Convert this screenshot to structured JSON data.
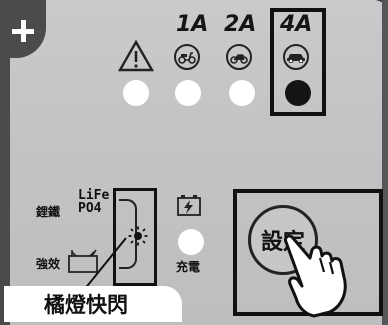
{
  "modes": [
    {
      "label": "1A",
      "icon": "scooter-icon"
    },
    {
      "label": "2A",
      "icon": "motorcycle-icon"
    },
    {
      "label": "4A",
      "icon": "car-icon"
    }
  ],
  "warning_icon": "warning-triangle-icon",
  "leds": {
    "warning": "off",
    "1A": "off",
    "2A": "off",
    "4A": "on"
  },
  "battery_labels": {
    "lithium_prefix": "鋰鐵",
    "life_line1": "LiFe",
    "life_line2": "PO4",
    "strong_effect": "強效"
  },
  "charge_label": "充電",
  "set_button_label": "設定",
  "callout_label": "橘燈快閃",
  "colors": {
    "panel": "#c6c7c9",
    "outline": "#111111",
    "led_off": "#ffffff",
    "led_on": "#141414"
  }
}
